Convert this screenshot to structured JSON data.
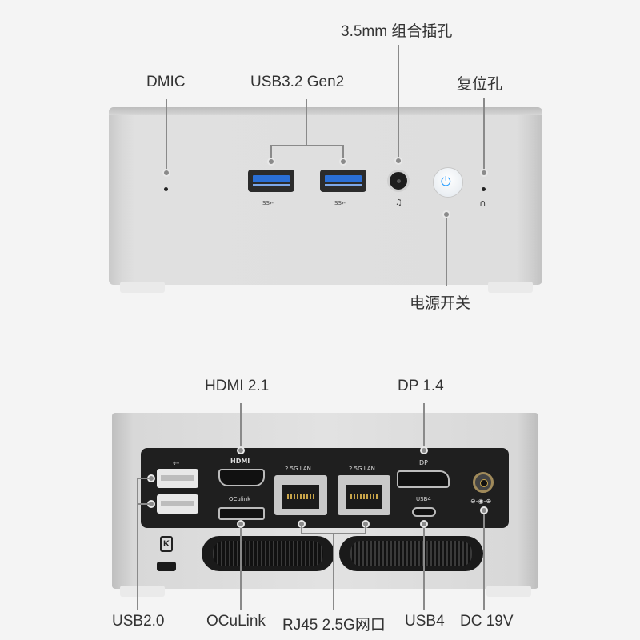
{
  "front": {
    "labels": {
      "dmic": "DMIC",
      "usb32": "USB3.2 Gen2",
      "audio_jack": "3.5mm 组合插孔",
      "reset": "复位孔",
      "power": "电源开关"
    },
    "usb_logo": "SS⇠",
    "power_symbol": "⏻",
    "headphone_symbol": "∩",
    "mic_symbol": "♫"
  },
  "rear": {
    "labels": {
      "hdmi": "HDMI 2.1",
      "dp": "DP 1.4",
      "usb20": "USB2.0",
      "oculink": "OCuLink",
      "rj45": "RJ45 2.5G网口",
      "usb4": "USB4",
      "dc": "DC 19V"
    },
    "port_prints": {
      "lan1": "2.5G LAN",
      "lan2": "2.5G LAN",
      "oculink": "OCulink",
      "usb4": "USB4",
      "dp": "DP",
      "hdmi": "HDMI",
      "usb": "⇠",
      "dc_polarity": "⊖-◉-⊕",
      "kensington": "K"
    }
  },
  "colors": {
    "accent_blue": "#2a6fd6",
    "power_led": "#2ea0ff"
  }
}
